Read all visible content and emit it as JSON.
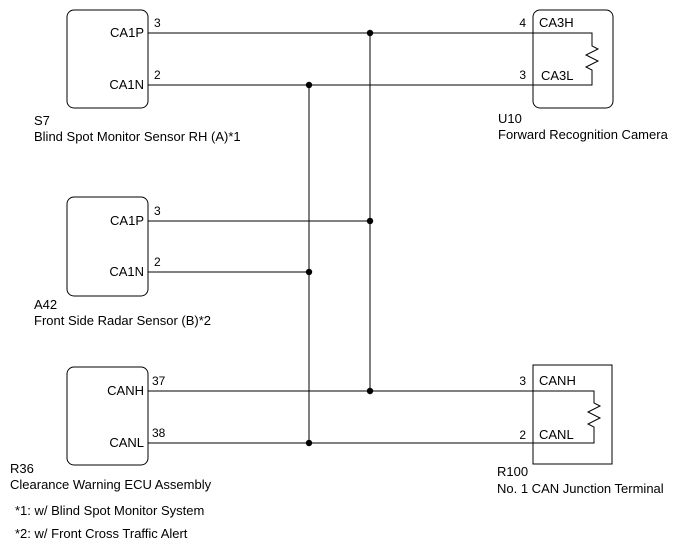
{
  "components": {
    "s7": {
      "code": "S7",
      "name": "Blind Spot Monitor Sensor RH (A)*1",
      "pins": [
        {
          "label": "CA1P",
          "number": "3"
        },
        {
          "label": "CA1N",
          "number": "2"
        }
      ]
    },
    "a42": {
      "code": "A42",
      "name": "Front Side Radar Sensor (B)*2",
      "pins": [
        {
          "label": "CA1P",
          "number": "3"
        },
        {
          "label": "CA1N",
          "number": "2"
        }
      ]
    },
    "r36": {
      "code": "R36",
      "name": "Clearance Warning ECU Assembly",
      "pins": [
        {
          "label": "CANH",
          "number": "37"
        },
        {
          "label": "CANL",
          "number": "38"
        }
      ]
    },
    "u10": {
      "code": "U10",
      "name": "Forward Recognition Camera",
      "pins": [
        {
          "label": "CA3H",
          "number": "4"
        },
        {
          "label": "CA3L",
          "number": "3"
        }
      ]
    },
    "r100": {
      "code": "R100",
      "name": "No. 1 CAN Junction Terminal",
      "pins": [
        {
          "label": "CANH",
          "number": "3"
        },
        {
          "label": "CANL",
          "number": "2"
        }
      ]
    }
  },
  "notes": [
    "*1: w/ Blind Spot Monitor System",
    "*2: w/ Front Cross Traffic Alert"
  ]
}
